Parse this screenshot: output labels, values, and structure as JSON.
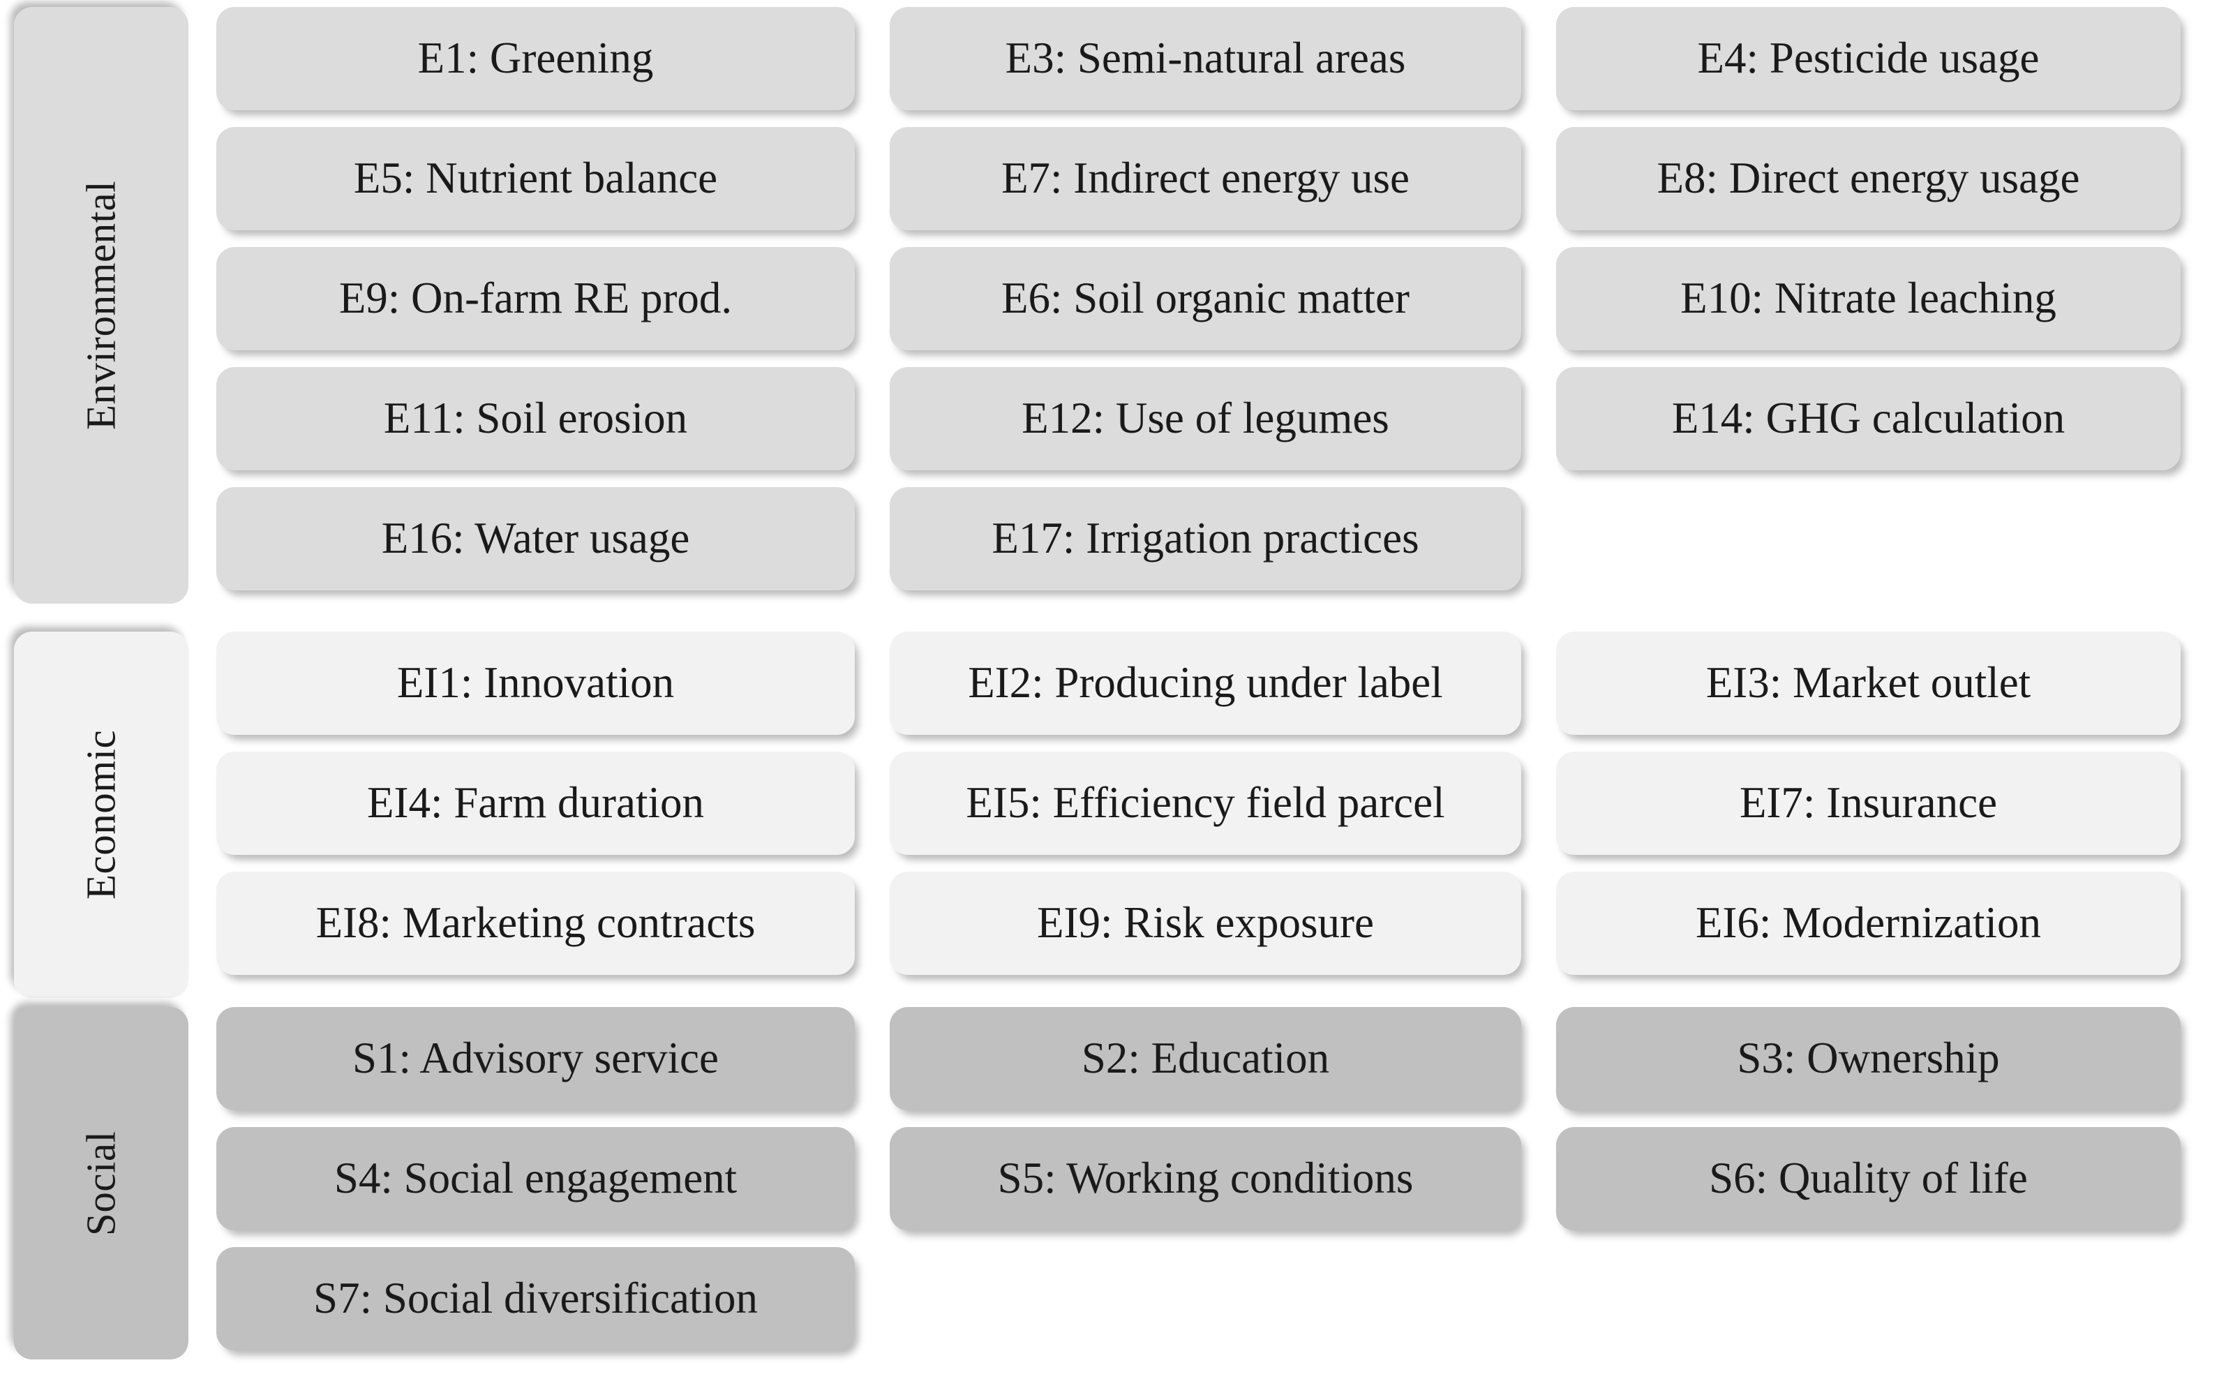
{
  "figure": {
    "kind": "three-pillar-indicator-matrix",
    "columns": 3,
    "sections": [
      {
        "id": "environmental",
        "label": "Environmental",
        "color": "#dcdcdc",
        "rows": [
          [
            "E1: Greening",
            "E3: Semi-natural areas",
            "E4: Pesticide usage"
          ],
          [
            "E5: Nutrient balance",
            "E7: Indirect energy use",
            "E8: Direct energy usage"
          ],
          [
            "E9: On-farm RE prod.",
            "E6: Soil organic matter",
            "E10: Nitrate leaching"
          ],
          [
            "E11: Soil erosion",
            "E12: Use of legumes",
            "E14: GHG calculation"
          ],
          [
            "E16: Water usage",
            "E17: Irrigation practices",
            ""
          ]
        ]
      },
      {
        "id": "economic",
        "label": "Economic",
        "color": "#f2f2f2",
        "rows": [
          [
            "EI1: Innovation",
            "EI2: Producing under label",
            "EI3: Market outlet"
          ],
          [
            "EI4: Farm duration",
            "EI5: Efficiency field parcel",
            "EI7: Insurance"
          ],
          [
            "EI8: Marketing contracts",
            "EI9: Risk exposure",
            "EI6: Modernization"
          ]
        ]
      },
      {
        "id": "social",
        "label": "Social",
        "color": "#c0c0c0",
        "rows": [
          [
            "S1: Advisory service",
            "S2: Education",
            "S3: Ownership"
          ],
          [
            "S4: Social engagement",
            "S5: Working conditions",
            "S6: Quality of life"
          ],
          [
            "S7: Social diversification",
            "",
            ""
          ]
        ]
      }
    ]
  }
}
